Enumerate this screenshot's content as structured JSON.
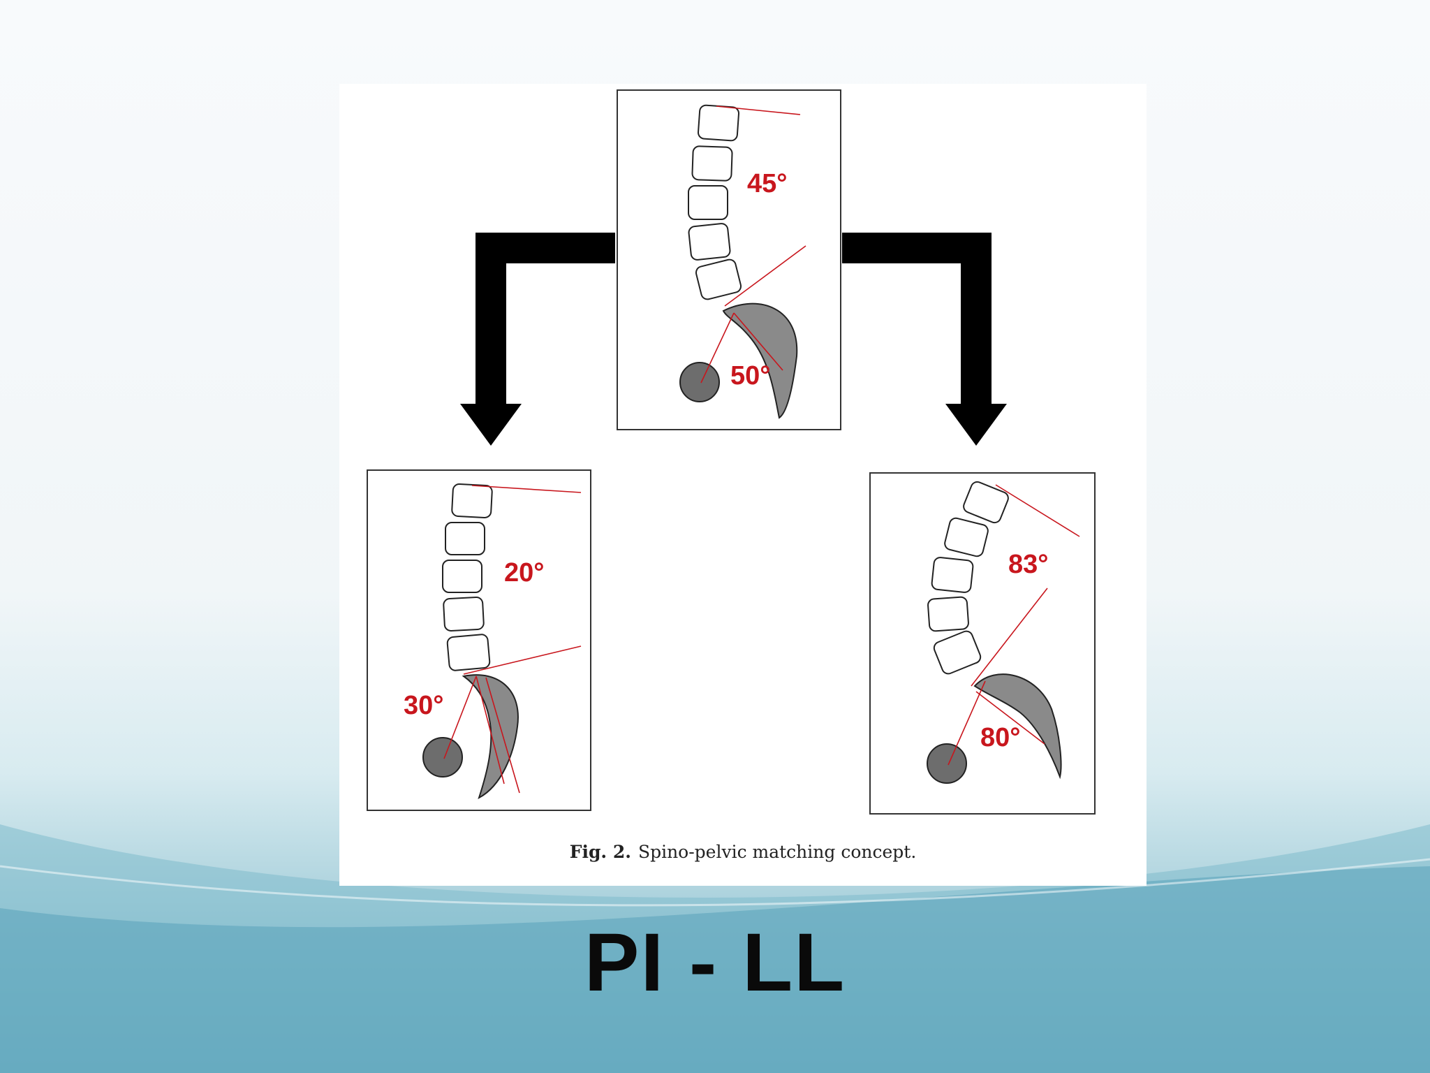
{
  "figure": {
    "caption_prefix": "Fig. 2.",
    "caption_text": "Spino-pelvic matching concept.",
    "panels": [
      {
        "id": "top",
        "lordosis": "45°",
        "pelvic_incidence": "50°"
      },
      {
        "id": "left",
        "lordosis": "20°",
        "pelvic_incidence": "30°"
      },
      {
        "id": "right",
        "lordosis": "83°",
        "pelvic_incidence": "80°"
      }
    ]
  },
  "slide": {
    "title": "PI - LL"
  },
  "colors": {
    "angle_red": "#c8161d",
    "bone_gray": "#8a8a8a",
    "arrow": "#000000",
    "background_teal": "#5aa3b9"
  }
}
